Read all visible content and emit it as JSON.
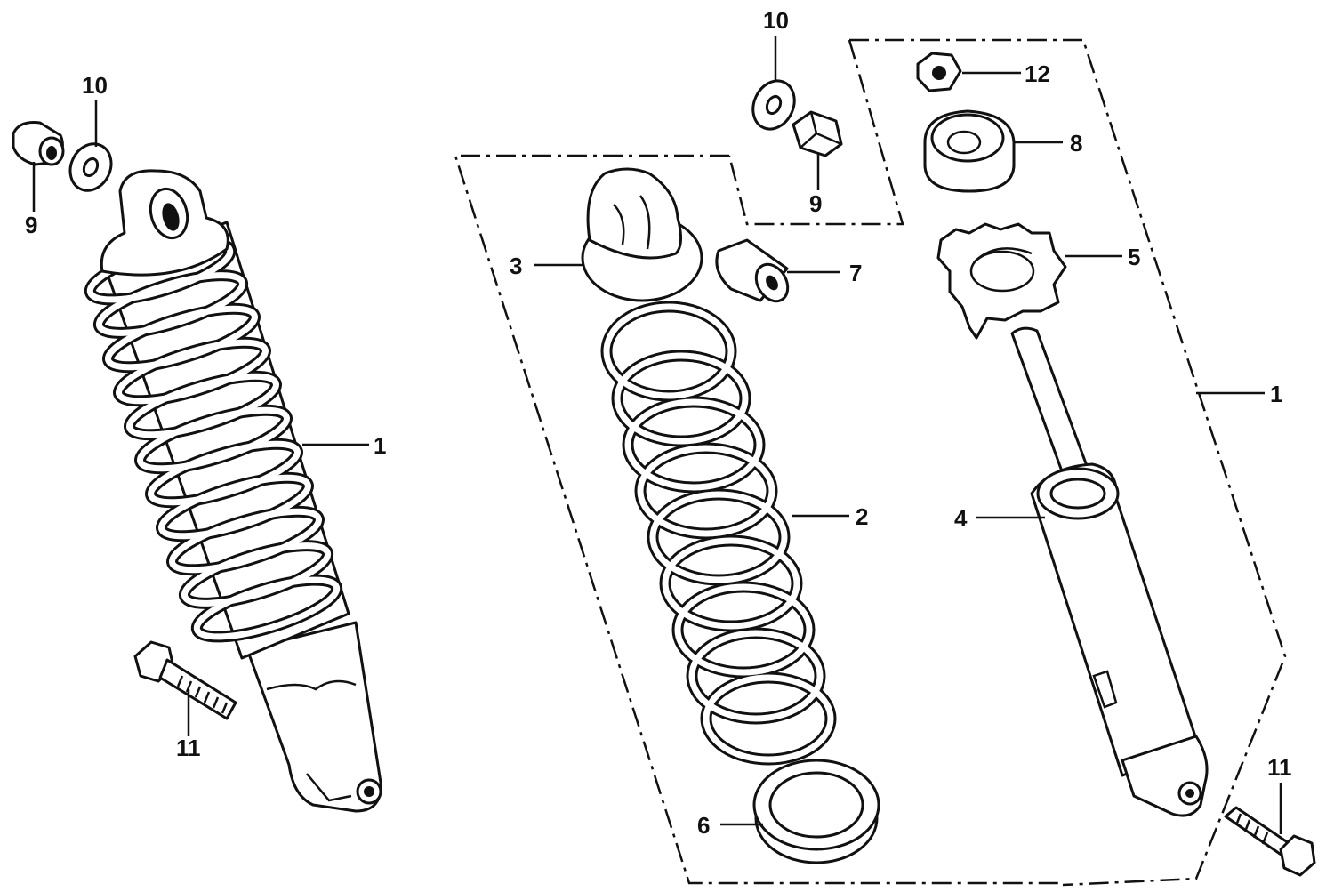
{
  "callouts": {
    "shock_left": "1",
    "spring": "2",
    "spring_seat_upper": "3",
    "damper": "4",
    "adjuster": "5",
    "spring_seat_lower": "6",
    "bushing": "7",
    "rubber_bush": "8",
    "cap_nut_left": "9",
    "washer_left": "10",
    "bolt_left": "11",
    "washer_top": "10",
    "cap_nut_top": "9",
    "lock_nut": "12",
    "shock_right": "1",
    "bolt_right": "11"
  }
}
